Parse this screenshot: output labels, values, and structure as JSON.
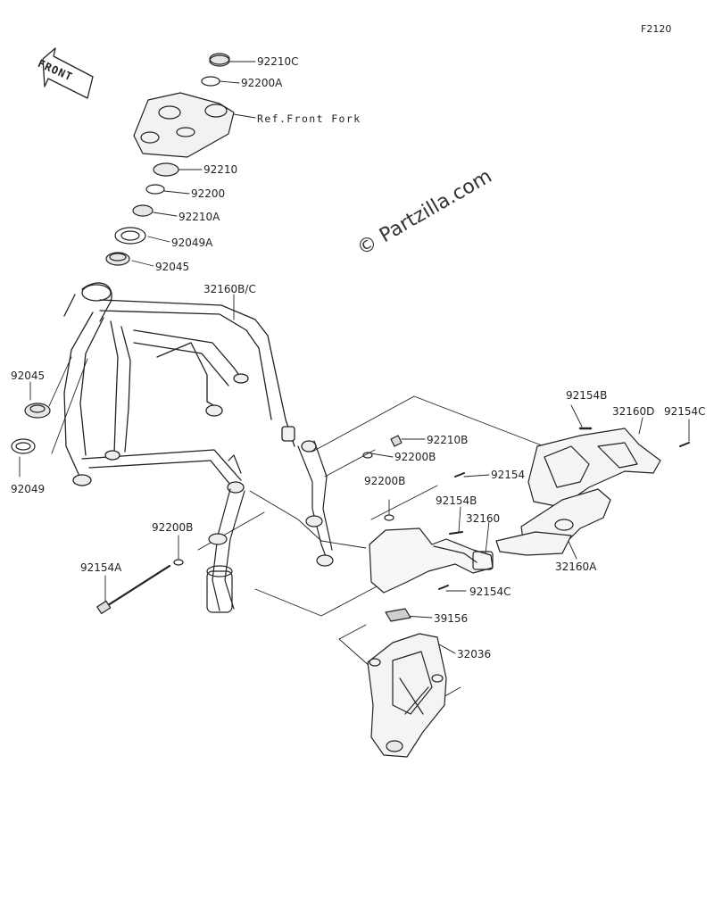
{
  "sheet_code": "F2120",
  "front_label": "FRONT",
  "watermark": "© Partzilla.com",
  "labels": [
    "92210C",
    "92200A",
    "Ref.Front Fork",
    "92210",
    "92200",
    "92210A",
    "92049A",
    "92045",
    "32160B/C",
    "92045",
    "92049",
    "92154B",
    "32160D",
    "92154C",
    "92210B",
    "92200B",
    "92154",
    "92200B",
    "92154B",
    "32160",
    "92200B",
    "92154A",
    "32160A",
    "92154C",
    "39156",
    "32036"
  ]
}
